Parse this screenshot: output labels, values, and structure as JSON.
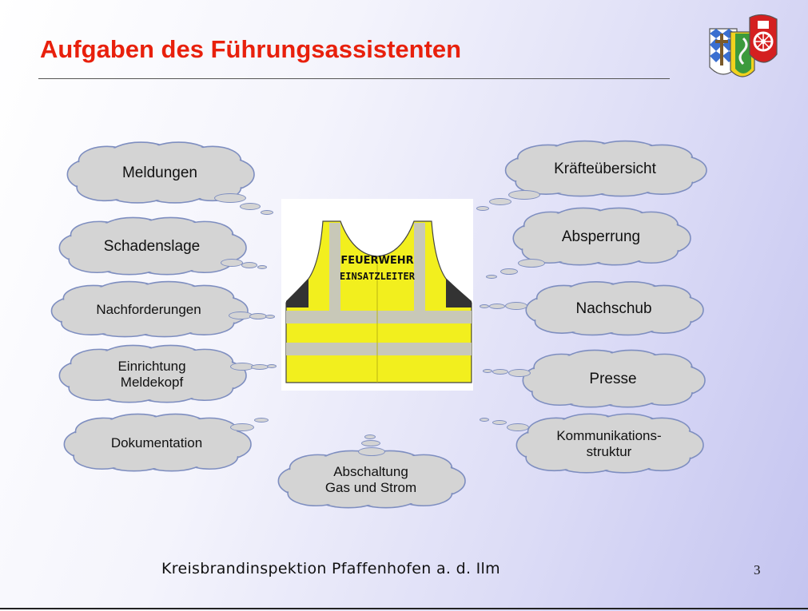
{
  "slide": {
    "title": "Aufgaben des Führungsassistenten",
    "footer": "Kreisbrandinspektion Pfaffenhofen a. d. Ilm",
    "page_number": "3"
  },
  "vest": {
    "line1": "FEUERWEHR",
    "line2": "EINSATZLEITER"
  },
  "clouds_left": [
    {
      "label": "Meldungen"
    },
    {
      "label": "Schadenslage"
    },
    {
      "label": "Nachforderungen"
    },
    {
      "label": "Einrichtung\nMeldekopf"
    },
    {
      "label": "Dokumentation"
    }
  ],
  "clouds_right": [
    {
      "label": "Kräfteübersicht"
    },
    {
      "label": "Absperrung"
    },
    {
      "label": "Nachschub"
    },
    {
      "label": "Presse"
    },
    {
      "label": "Kommunikations-\nstruktur"
    }
  ],
  "cloud_bottom": {
    "label": "Abschaltung\nGas und Strom"
  },
  "colors": {
    "title": "#e8200c",
    "cloud_fill": "#d4d4d4",
    "cloud_outline": "#7e8ec0",
    "vest_yellow": "#f2ef1e",
    "vest_stripe": "#c8c8b8"
  }
}
